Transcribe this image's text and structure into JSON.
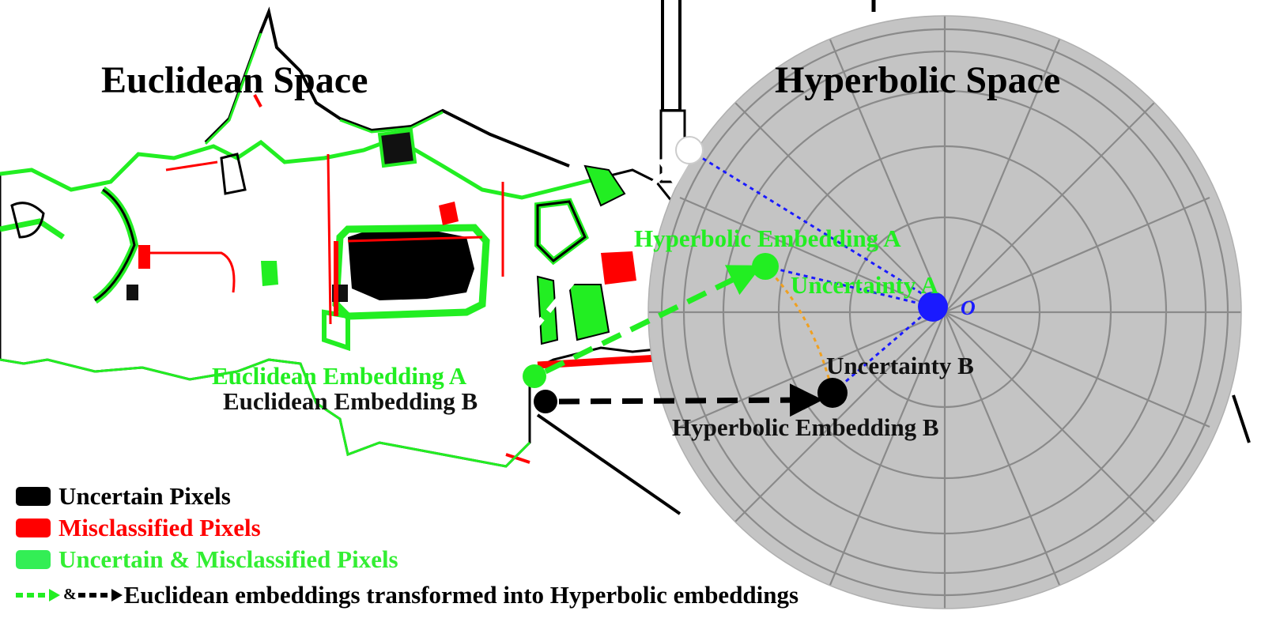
{
  "titles": {
    "euclidean": "Euclidean Space",
    "hyperbolic": "Hyperbolic Space"
  },
  "labels": {
    "euclidean_a": "Euclidean Embedding A",
    "euclidean_b": "Euclidean Embedding B",
    "hyperbolic_a": "Hyperbolic Embedding A",
    "hyperbolic_b": "Hyperbolic Embedding B",
    "uncertainty_a": "Uncertainty A",
    "uncertainty_b": "Uncertainty B",
    "origin": "O"
  },
  "legend": {
    "items": [
      {
        "label": "Uncertain Pixels",
        "color": "#000000",
        "text_color": "#000000"
      },
      {
        "label": "Misclassified Pixels",
        "color": "#ff0000",
        "text_color": "#ff0000"
      },
      {
        "label": "Uncertain & Misclassified Pixels",
        "color": "#33ee55",
        "text_color": "#33ee33"
      }
    ],
    "arrow_connector": "&",
    "arrow_text": "Euclidean embeddings transformed into Hyperbolic embeddings"
  },
  "colors": {
    "green": "#22ee22",
    "black": "#000000",
    "red": "#ff0000",
    "blue": "#1a1aff",
    "orange": "#f0a020",
    "disk": "#c4c4c4"
  }
}
